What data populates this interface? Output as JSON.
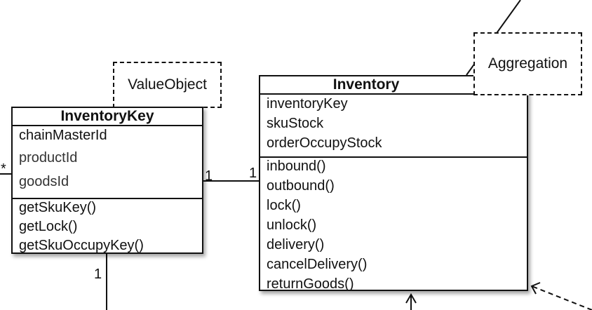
{
  "stereotypes": {
    "value_object": "ValueObject",
    "aggregation": "Aggregation"
  },
  "inventory_key": {
    "name": "InventoryKey",
    "attributes": [
      "chainMasterId",
      "productId",
      "goodsId"
    ],
    "methods": [
      "getSkuKey()",
      "getLock()",
      "getSkuOccupyKey()"
    ]
  },
  "inventory": {
    "name": "Inventory",
    "attributes": [
      "inventoryKey",
      "skuStock",
      "orderOccupyStock"
    ],
    "methods": [
      "inbound()",
      "outbound()",
      "lock()",
      "unlock()",
      "delivery()",
      "cancelDelivery()",
      "returnGoods()"
    ]
  },
  "multiplicities": {
    "left_edge": "*",
    "key_to_inventory_near_key": "1",
    "key_to_inventory_near_inventory": "1",
    "key_bottom": "1"
  }
}
